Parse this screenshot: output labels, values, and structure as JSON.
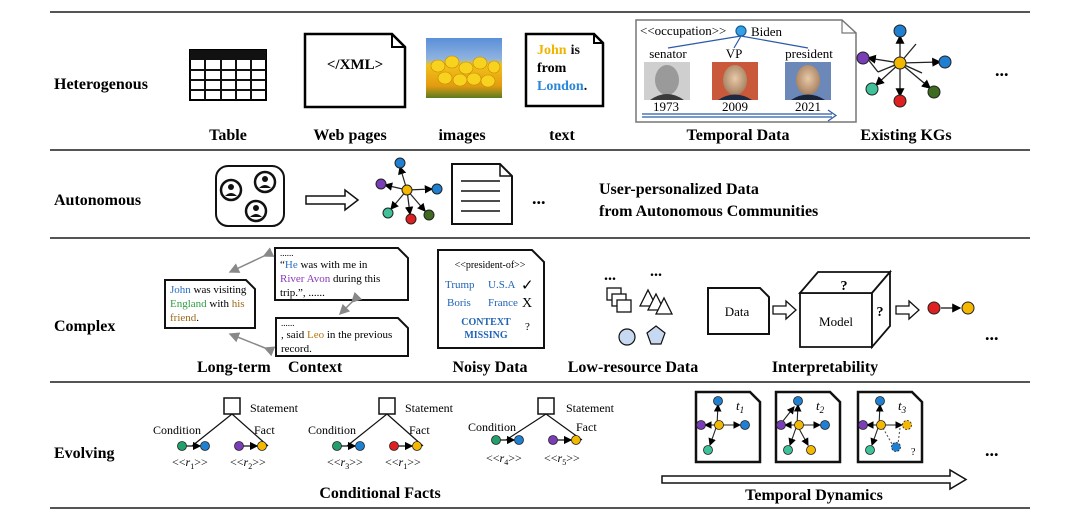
{
  "rows": {
    "heterogenous": "Heterogenous",
    "autonomous": "Autonomous",
    "complex": "Complex",
    "evolving": "Evolving"
  },
  "heterogenous": {
    "table": "Table",
    "webpages": "Web pages",
    "xml": "</XML>",
    "images": "images",
    "text": "text",
    "text_lines": [
      "John",
      "is",
      "from",
      "London",
      "."
    ],
    "temporal_title": "<<occupation>>",
    "temporal_entity": "Biden",
    "roles": [
      "senator",
      "VP",
      "president"
    ],
    "years": [
      "1973",
      "2009",
      "2021"
    ],
    "temporal": "Temporal Data",
    "kgs": "Existing KGs",
    "ellipsis": "..."
  },
  "autonomous": {
    "caption_line1": "User-personalized Data",
    "caption_line2": "from Autonomous Communities",
    "ellipsis": "..."
  },
  "complex": {
    "ctx_left": [
      "John",
      " was visiting",
      "England",
      " with ",
      "his",
      "friend",
      "."
    ],
    "ctx_top_dots": "......",
    "ctx_top": [
      "“",
      "He",
      " was with me in",
      "River Avon",
      " during this",
      "trip.”, ......"
    ],
    "ctx_bottom_dots": "......",
    "ctx_bottom": [
      ", said ",
      "Leo",
      " in the previous",
      "record."
    ],
    "longterm": "Long-term",
    "context": "Context",
    "noisy_title": "<<president-of>>",
    "noisy_rows": [
      {
        "a": "Trump",
        "b": "U.S.A",
        "mark": "✓"
      },
      {
        "a": "Boris",
        "b": "France",
        "mark": "X"
      }
    ],
    "missing": [
      "CONTEXT",
      "MISSING"
    ],
    "question": "?",
    "noisy": "Noisy Data",
    "lowres": "Low-resource Data",
    "lowres_dots": "...",
    "data_box": "Data",
    "model_box": "Model",
    "interp": "Interpretability",
    "ellipsis": "..."
  },
  "evolving": {
    "statement": "Statement",
    "condition": "Condition",
    "fact": "Fact",
    "rel_open": "<<",
    "rel_close": ">>",
    "groups": [
      {
        "left": "r",
        "left_sub": "1",
        "right": "r",
        "right_sub": "2"
      },
      {
        "left": "r",
        "left_sub": "3",
        "right": "r",
        "right_sub": "1"
      },
      {
        "left": "r",
        "left_sub": "4",
        "right": "r",
        "right_sub": "5"
      }
    ],
    "conditional": "Conditional Facts",
    "time_labels": [
      {
        "t": "t",
        "sub": "1"
      },
      {
        "t": "t",
        "sub": "2"
      },
      {
        "t": "t",
        "sub": "3"
      }
    ],
    "temporal": "Temporal Dynamics",
    "question": "?",
    "ellipsis": "..."
  },
  "colors": {
    "blue": "#1f7fd0",
    "orange": "#f5b800",
    "green": "#22a06b",
    "red": "#e02020",
    "purple": "#7a3db8",
    "darkgreen": "#3e6b1f",
    "teal": "#3fc19a",
    "john_blue": "#2a6fc4",
    "england_green": "#2ea043",
    "his_brown": "#9a6a18",
    "river_purple": "#8a3ab9",
    "leo_orange": "#b07a10",
    "noisy_blue": "#1f63b5"
  }
}
